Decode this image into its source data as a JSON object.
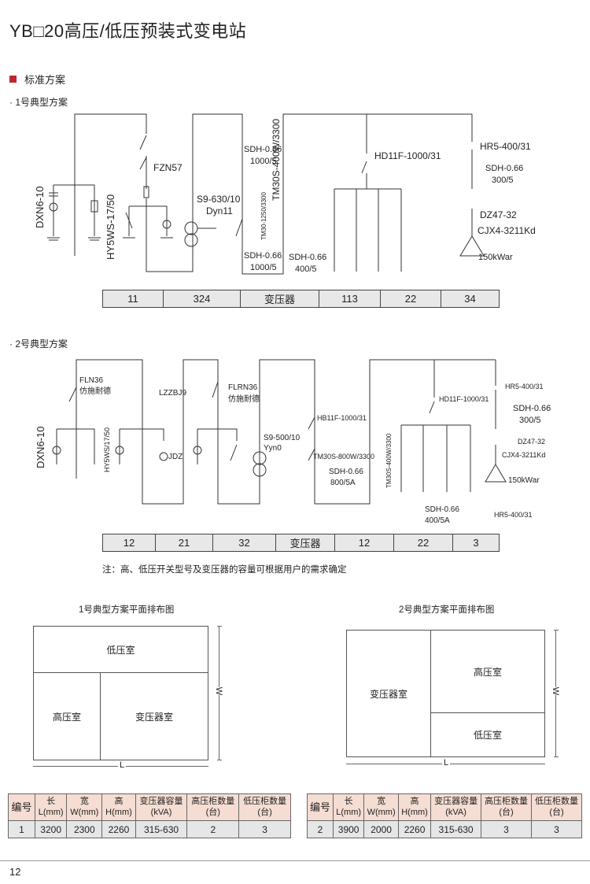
{
  "title": "YB□20高压/低压预装式变电站",
  "section": "标准方案",
  "scheme1": {
    "heading": "· 1号典型方案",
    "labels": {
      "dxn": "DXN6-10",
      "hy": "HY5WS-17/50",
      "fzn": "FZN57",
      "s9": "S9-630/10",
      "dyn": "Dyn11",
      "sdh1": "SDH-0.66",
      "sdh1b": "1000/5",
      "tm1": "TM30-1250/3300",
      "sdh2": "SDH-0.66",
      "sdh2b": "1000/5",
      "tm2": "TM30S-400W/3300",
      "hd": "HD11F-1000/31",
      "sdh3": "SDH-0.66",
      "sdh3b": "400/5",
      "hr": "HR5-400/31",
      "sdh4": "SDH-0.66",
      "sdh4b": "300/5",
      "dz": "DZ47-32",
      "cjx": "CJX4-3211Kd",
      "kvar": "150kWar"
    },
    "cells": [
      "11",
      "324",
      "变压器",
      "113",
      "22",
      "34"
    ]
  },
  "scheme2": {
    "heading": "· 2号典型方案",
    "labels": {
      "dxn": "DXN6-10",
      "fln": "FLN36",
      "fs1": "仿施耐德",
      "lzz": "LZZBJ9",
      "hy": "HY5WS/17/50",
      "jdz": "JDZ",
      "flrn": "FLRN36",
      "fs2": "仿施耐德",
      "s9": "S9-500/10",
      "yyn": "Yyn0",
      "hb": "HB11F-1000/31",
      "tm1": "TM30S-800W/3300",
      "sdh1": "SDH-0.66",
      "sdh1b": "800/5A",
      "tm2": "TM30S-400W/3300",
      "hd": "HD11F-1000/31",
      "sdh2": "SDH-0.66",
      "sdh2b": "400/5A",
      "hr": "HR5-400/31",
      "sdh3": "SDH-0.66",
      "sdh3b": "300/5",
      "dz": "DZ47-32",
      "cjx": "CJX4-3211Kd",
      "kvar": "150kWar",
      "hr2": "HR5-400/31"
    },
    "cells": [
      "12",
      "21",
      "32",
      "变压器",
      "12",
      "22",
      "3"
    ]
  },
  "note": "注：高、低压开关型号及变压器的容量可根据用户的需求确定",
  "plan1": {
    "title": "1号典型方案平面排布图",
    "low": "低压室",
    "high": "高压室",
    "trans": "变压器室",
    "W": "W",
    "L": "L"
  },
  "plan2": {
    "title": "2号典型方案平面排布图",
    "low": "低压室",
    "high": "高压室",
    "trans": "变压器室",
    "W": "W",
    "L": "L"
  },
  "spec_headers": [
    [
      "编号",
      ""
    ],
    [
      "长",
      "L(mm)"
    ],
    [
      "宽",
      "W(mm)"
    ],
    [
      "高",
      "H(mm)"
    ],
    [
      "变压器容量",
      "(kVA)"
    ],
    [
      "高压柜数量",
      "(台)"
    ],
    [
      "低压柜数量",
      "(台)"
    ]
  ],
  "spec1": [
    "1",
    "3200",
    "2300",
    "2260",
    "315-630",
    "2",
    "3"
  ],
  "spec2": [
    "2",
    "3900",
    "2000",
    "2260",
    "315-630",
    "3",
    "3"
  ],
  "page_number": "12"
}
